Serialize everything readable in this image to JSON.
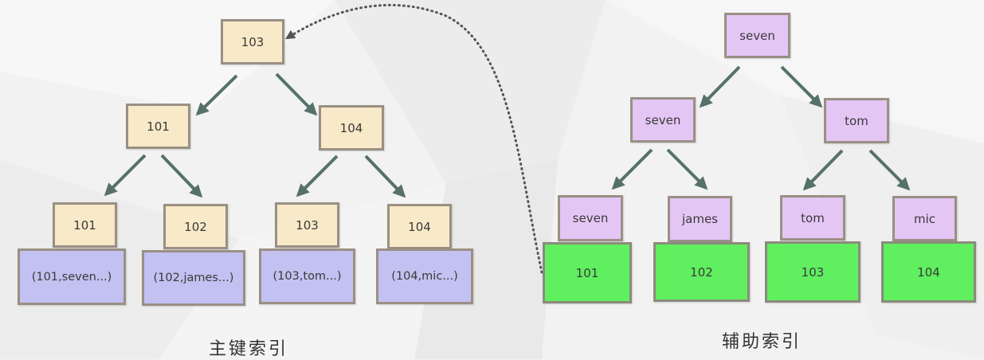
{
  "primary_index": {
    "caption": "主键索引",
    "root": "103",
    "level2": [
      "101",
      "104"
    ],
    "leaves": [
      "101",
      "102",
      "103",
      "104"
    ],
    "rows": [
      "(101,seven...)",
      "(102,james...)",
      "(103,tom...)",
      "(104,mic...)"
    ]
  },
  "secondary_index": {
    "caption": "辅助索引",
    "root": "seven",
    "level2": [
      "seven",
      "tom"
    ],
    "leaves": [
      "seven",
      "james",
      "tom",
      "mic"
    ],
    "leaf_values": [
      "101",
      "102",
      "103",
      "104"
    ]
  },
  "colors": {
    "primary_node": "#f8e9c8",
    "row_box": "#c3c1f1",
    "secondary_node": "#e4c6f5",
    "secondary_leaf": "#5fef5f",
    "arrow": "#55716a",
    "border": "#9a8f84"
  }
}
